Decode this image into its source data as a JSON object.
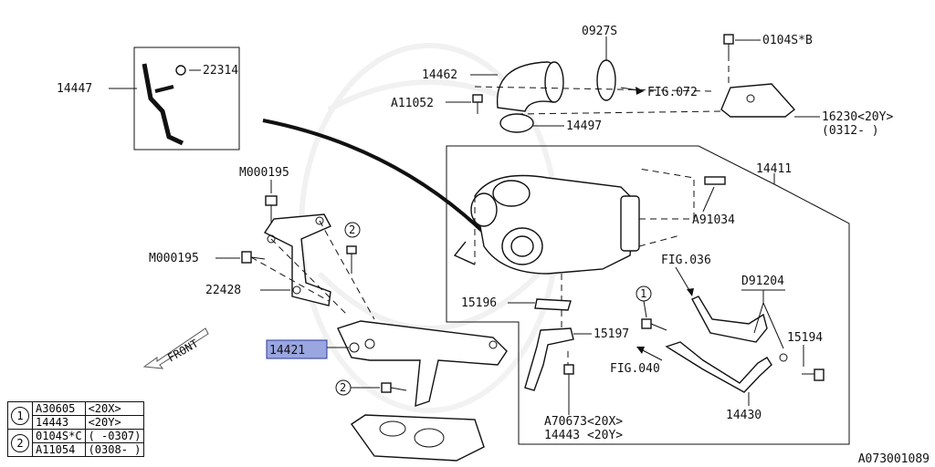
{
  "labels": {
    "p14447": "14447",
    "p22314": "22314",
    "p14462": "14462",
    "p0927s": "0927S",
    "pA11052": "A11052",
    "pFIG072": "FIG.072",
    "p0104sb": "0104S*B",
    "p14497": "14497",
    "p16230": "16230<20Y>",
    "p16230b": "(0312-     )",
    "p14411": "14411",
    "pM000195a": "M000195",
    "pA91034": "A91034",
    "pM000195b": "M000195",
    "pFIG036": "FIG.036",
    "pD91204": "D91204",
    "p22428": "22428",
    "p15196": "15196",
    "p15197": "15197",
    "p15194": "15194",
    "p14421": "14421",
    "pFIG040": "FIG.040",
    "pFront": "FRONT",
    "pA70673": "A70673<20X>",
    "p14443": "14443  <20Y>",
    "p14430": "14430",
    "callout1": "1",
    "callout2a": "2",
    "callout2b": "2"
  },
  "legend": {
    "rows": [
      {
        "num": "1",
        "part": "A30605",
        "code": "<20X>"
      },
      {
        "num": "",
        "part": "14443",
        "code": "<20Y>"
      },
      {
        "num": "2",
        "part": "0104S*C",
        "code": "(     -0307)"
      },
      {
        "num": "",
        "part": "A11054",
        "code": "(0308-     )"
      }
    ]
  },
  "doc_id": "A073001089",
  "colors": {
    "highlight": "#9aa6e0",
    "line": "#111111"
  }
}
